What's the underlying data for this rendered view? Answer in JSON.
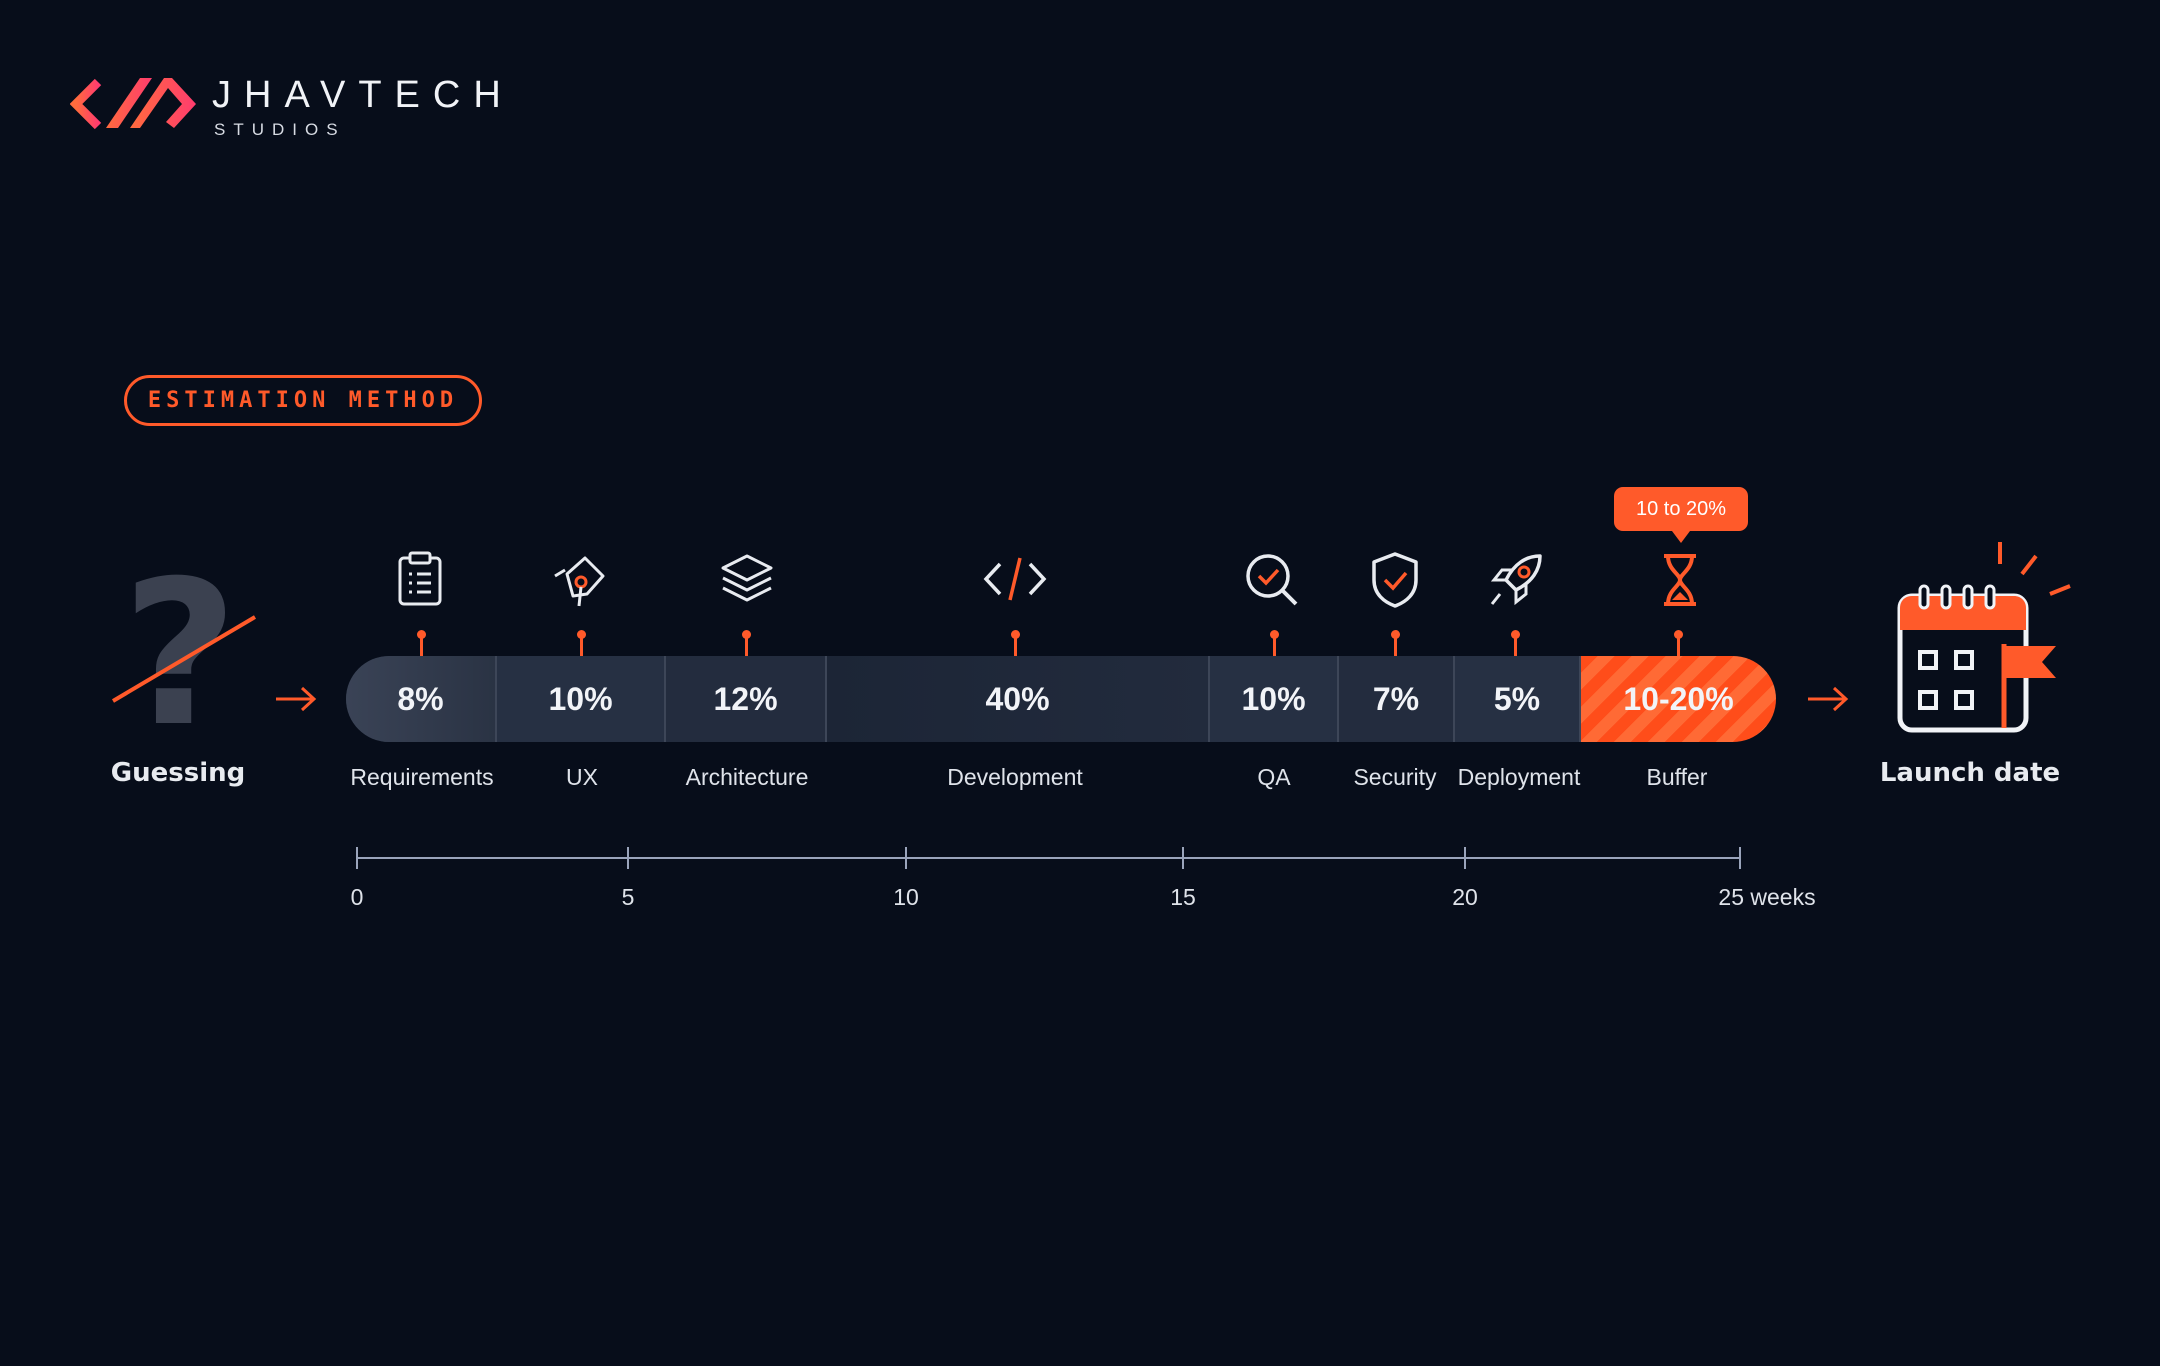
{
  "brand": {
    "name": "JHAVTECH",
    "sub": "STUDIOS",
    "accent": "#ff5a2a"
  },
  "method_label": "ESTIMATION METHOD",
  "guessing": {
    "symbol": "?",
    "label": "Guessing"
  },
  "phases": [
    {
      "label": "Requirements",
      "value": "8%",
      "icon": "clipboard-icon"
    },
    {
      "label": "UX",
      "value": "10%",
      "icon": "pen-tool-icon"
    },
    {
      "label": "Architecture",
      "value": "12%",
      "icon": "layers-icon"
    },
    {
      "label": "Development",
      "value": "40%",
      "icon": "code-icon"
    },
    {
      "label": "QA",
      "value": "10%",
      "icon": "magnifier-check-icon"
    },
    {
      "label": "Security",
      "value": "7%",
      "icon": "shield-check-icon"
    },
    {
      "label": "Deployment",
      "value": "5%",
      "icon": "rocket-icon"
    },
    {
      "label": "Buffer",
      "value": "10-20%",
      "icon": "hourglass-icon"
    }
  ],
  "buffer_tooltip": "10 to 20%",
  "launch": {
    "label": "Launch date",
    "icon": "calendar-flag-icon"
  },
  "axis": {
    "ticks": [
      "0",
      "5",
      "10",
      "15",
      "20",
      "25 weeks"
    ]
  },
  "colors": {
    "background": "#070d1a",
    "accent": "#ff5a2a",
    "bar": "#1f2838"
  }
}
